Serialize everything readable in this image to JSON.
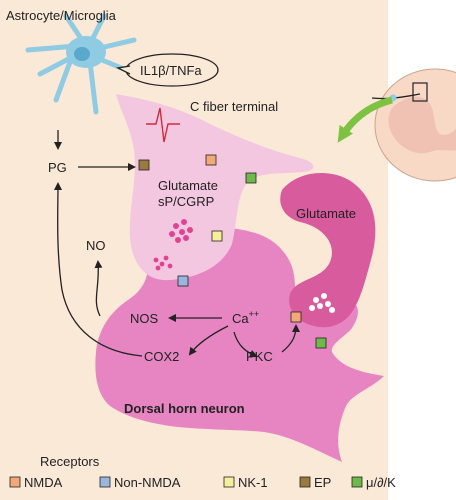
{
  "labels": {
    "astrocyte": "Astrocyte/Microglia",
    "cytokines": "IL1β/TNFa",
    "c_fiber": "C fiber terminal",
    "pg": "PG",
    "no": "NO",
    "nos": "NOS",
    "cox2": "COX2",
    "ca": "Ca",
    "ca_charge": "++",
    "pkc": "PKC",
    "glutamate_terminal_1": "Glutamate",
    "glutamate_terminal_2": "sP/CGRP",
    "glutamate_right": "Glutamate",
    "dorsal_horn": "Dorsal horn neuron"
  },
  "legend": {
    "title": "Receptors",
    "items": [
      {
        "label": "NMDA",
        "color": "#f2a878"
      },
      {
        "label": "Non-NMDA",
        "color": "#9bb6dc"
      },
      {
        "label": "NK-1",
        "color": "#f3ef9a"
      },
      {
        "label": "EP",
        "color": "#9a7a3e"
      },
      {
        "label": "μ/∂/K",
        "color": "#6fb84a"
      }
    ]
  },
  "colors": {
    "background": "#fbe9d8",
    "neuron": "#e685c2",
    "terminal": "#f4c7e0",
    "glutamate_cell": "#d85b9e",
    "vesicle": "#e34294",
    "astrocyte": "#8fcbe2",
    "arrow_green": "#7ec242"
  }
}
